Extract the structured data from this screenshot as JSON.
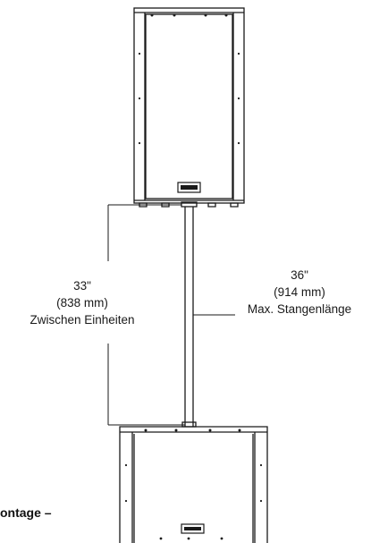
{
  "diagram": {
    "spacing_label": {
      "value_in": "33\"",
      "value_mm": "(838 mm)",
      "description": "Zwischen Einheiten"
    },
    "pole_label": {
      "value_in": "36\"",
      "value_mm": "(914 mm)",
      "description": "Max. Stangenlänge"
    },
    "caption": "ontage –",
    "colors": {
      "line": "#1a1a1a",
      "background": "#ffffff"
    }
  }
}
